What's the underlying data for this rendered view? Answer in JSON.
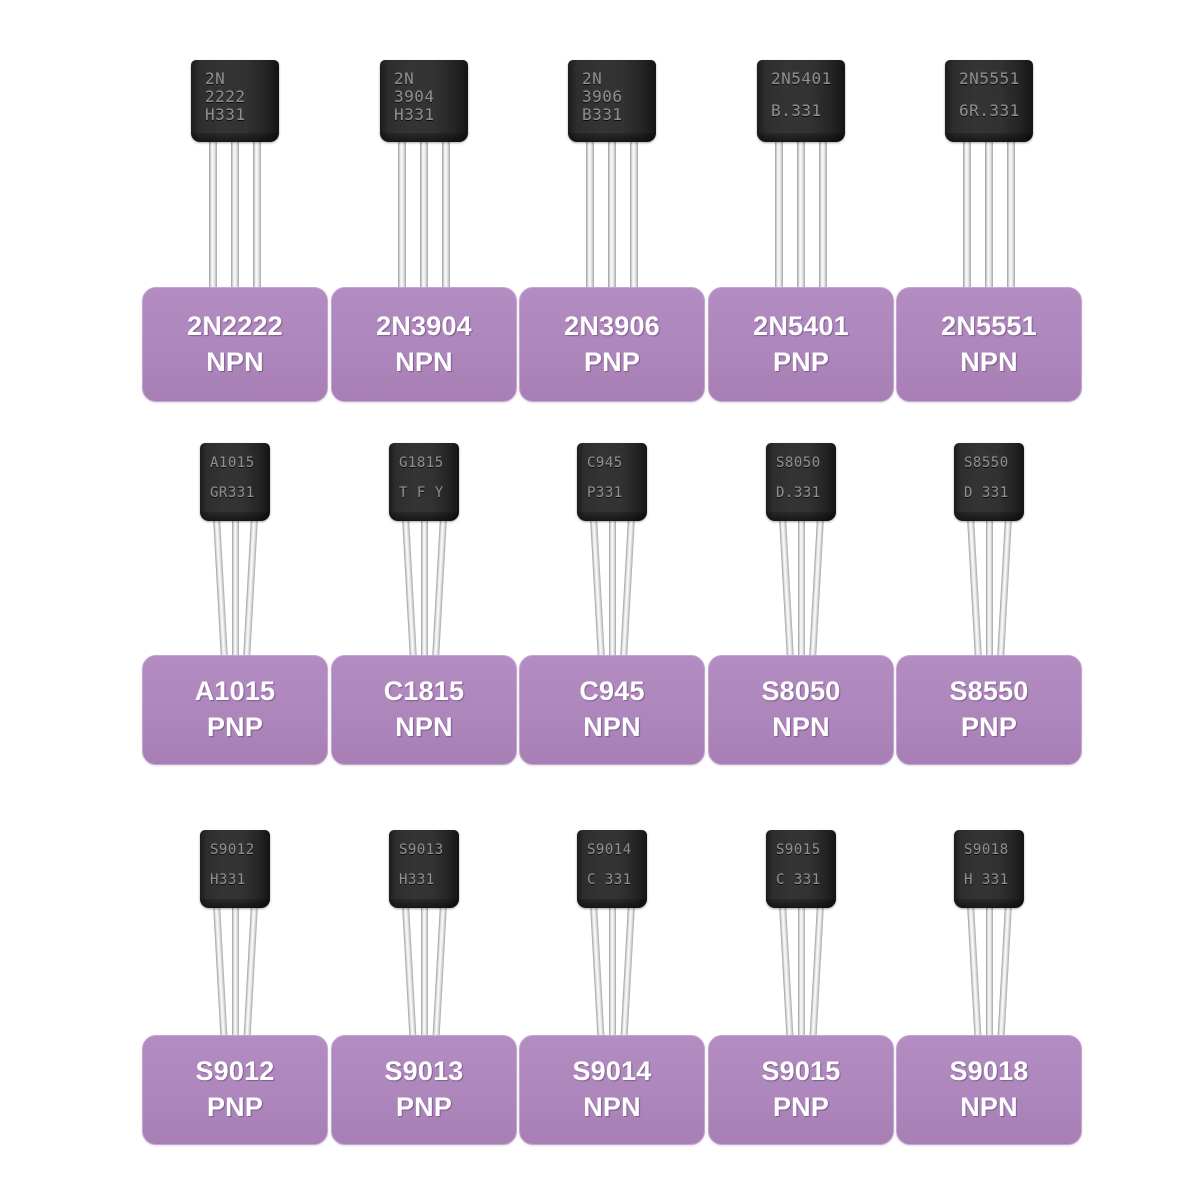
{
  "page": {
    "background_color": "#ffffff",
    "plate_color": "#ad86bb",
    "plate_border_color": "#c4a4d0",
    "plate_text_color": "#ffffff",
    "body_color": "#2e2e2e",
    "marking_color": "#8f8f8f",
    "lead_color": "#e8e8e8",
    "columns": 5,
    "rows": 3
  },
  "grid": [
    {
      "row_index": 0,
      "items": [
        {
          "part_number": "2N2222",
          "polarity": "NPN",
          "marking_lines": [
            "2N",
            "2222",
            "H331"
          ]
        },
        {
          "part_number": "2N3904",
          "polarity": "NPN",
          "marking_lines": [
            "2N",
            "3904",
            "H331"
          ]
        },
        {
          "part_number": "2N3906",
          "polarity": "PNP",
          "marking_lines": [
            "2N",
            "3906",
            "B331"
          ]
        },
        {
          "part_number": "2N5401",
          "polarity": "PNP",
          "marking_lines": [
            "2N5401",
            "B.331"
          ]
        },
        {
          "part_number": "2N5551",
          "polarity": "NPN",
          "marking_lines": [
            "2N5551",
            "6R.331"
          ]
        }
      ]
    },
    {
      "row_index": 1,
      "items": [
        {
          "part_number": "A1015",
          "polarity": "PNP",
          "marking_lines": [
            "A1015",
            "GR331"
          ]
        },
        {
          "part_number": "C1815",
          "polarity": "NPN",
          "marking_lines": [
            "G1815",
            "T F Y"
          ]
        },
        {
          "part_number": "C945",
          "polarity": "NPN",
          "marking_lines": [
            "C945",
            "P331"
          ]
        },
        {
          "part_number": "S8050",
          "polarity": "NPN",
          "marking_lines": [
            "S8050",
            "D.331"
          ]
        },
        {
          "part_number": "S8550",
          "polarity": "PNP",
          "marking_lines": [
            "S8550",
            "D 331"
          ]
        }
      ]
    },
    {
      "row_index": 2,
      "items": [
        {
          "part_number": "S9012",
          "polarity": "PNP",
          "marking_lines": [
            "S9012",
            "H331"
          ]
        },
        {
          "part_number": "S9013",
          "polarity": "PNP",
          "marking_lines": [
            "S9013",
            "H331"
          ]
        },
        {
          "part_number": "S9014",
          "polarity": "NPN",
          "marking_lines": [
            "S9014",
            "C 331"
          ]
        },
        {
          "part_number": "S9015",
          "polarity": "PNP",
          "marking_lines": [
            "S9015",
            "C 331"
          ]
        },
        {
          "part_number": "S9018",
          "polarity": "NPN",
          "marking_lines": [
            "S9018",
            "H 331"
          ]
        }
      ]
    }
  ]
}
